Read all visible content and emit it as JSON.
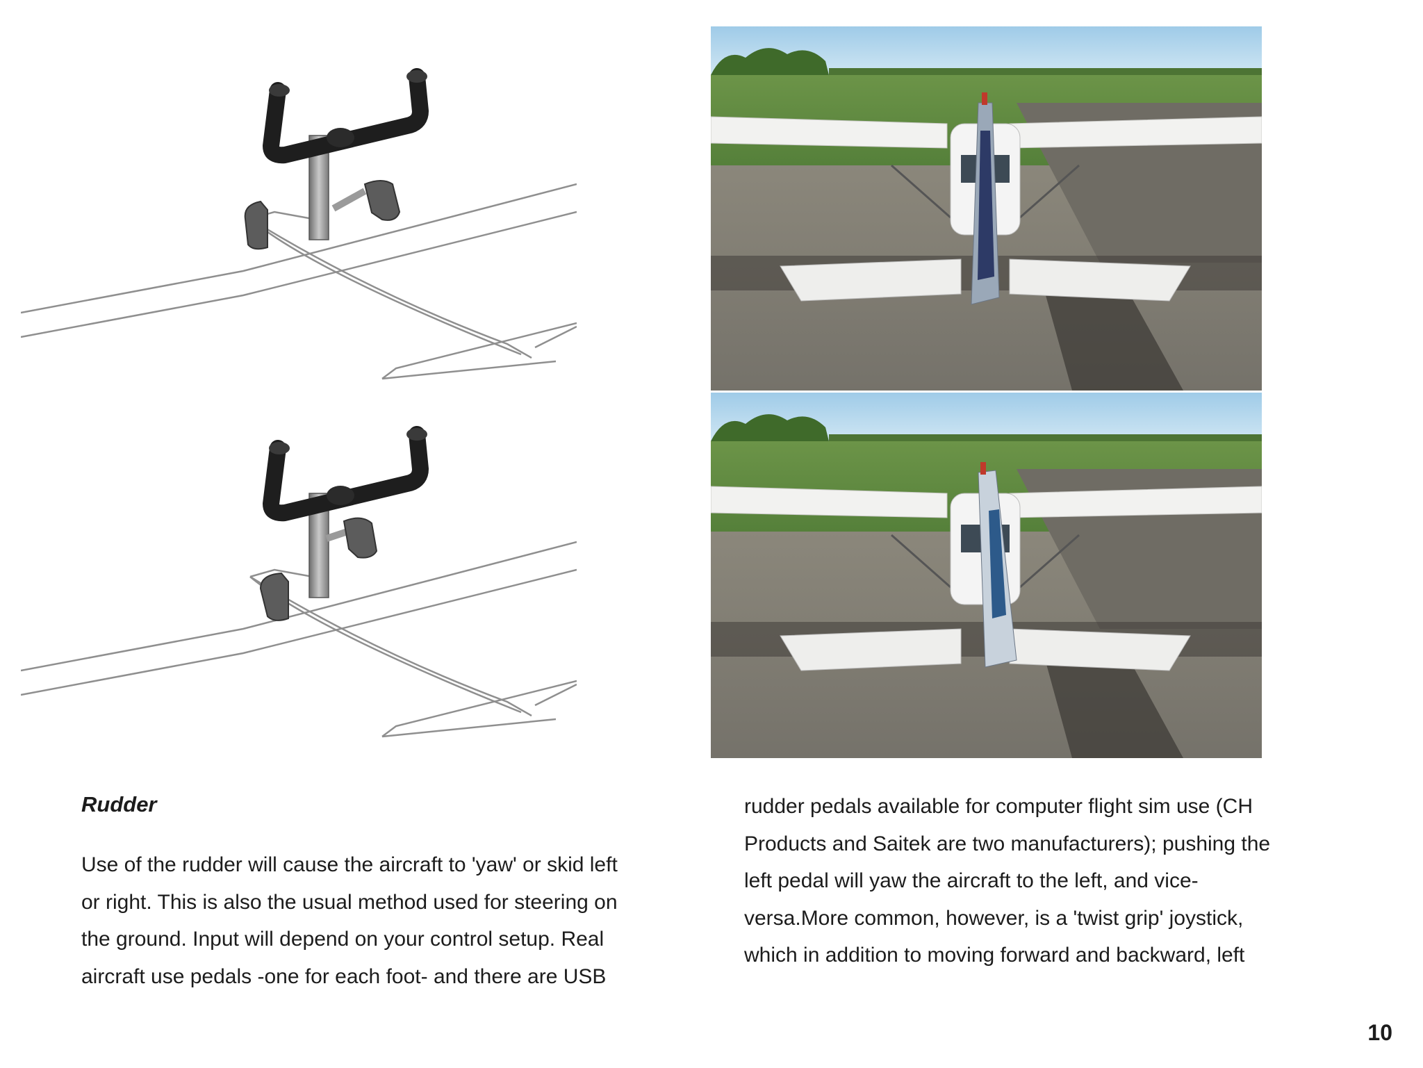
{
  "rudder_section": {
    "heading": "Rudder",
    "left_column_lines": [
      "Use of the rudder will cause the aircraft to 'yaw' or skid left",
      "or right. This is also the usual method used for steering on",
      "the ground. Input will depend on your control setup. Real",
      "aircraft use pedals -one for each foot- and there are USB"
    ],
    "right_column_lines": [
      "rudder pedals available for computer flight sim use (CH",
      "Products and Saitek are two manufacturers); pushing the",
      "left pedal will yaw the aircraft to the left, and vice-",
      "versa.More common, however, is a 'twist grip' joystick,",
      "which in addition to moving forward and backward, left"
    ]
  },
  "page_number": "10",
  "illustrations": {
    "diagram_icon": "yoke-rudder-diagram-icon",
    "photo_icon": "flight-sim-tail-view-icon"
  },
  "colors": {
    "text": "#1c1c1c",
    "sky": "#a9d2ea",
    "grass": "#5f8a3e",
    "tarmac": "#7d7a70",
    "yoke": "#1e1e1e"
  }
}
